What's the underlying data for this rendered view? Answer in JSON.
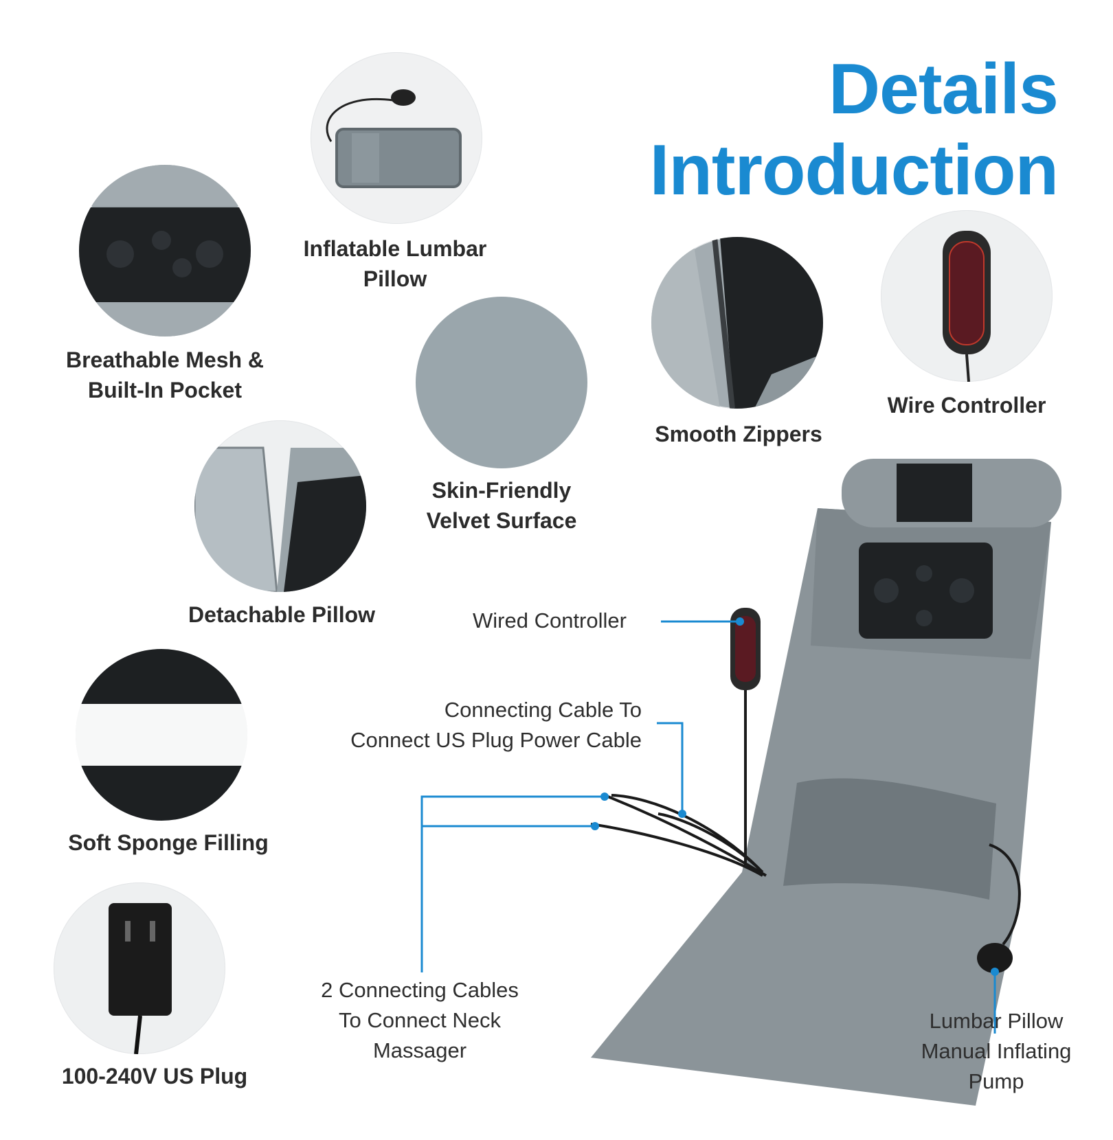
{
  "accent_color": "#1a8ad1",
  "title": {
    "line1": "Details",
    "line2": "Introduction"
  },
  "features": {
    "inflatable_lumbar_pillow": {
      "line1": "Inflatable Lumbar",
      "line2": "Pillow"
    },
    "breathable_mesh": {
      "line1": "Breathable Mesh &",
      "line2": "Built-In Pocket"
    },
    "velvet_surface": {
      "line1": "Skin-Friendly",
      "line2": "Velvet Surface"
    },
    "smooth_zippers": {
      "line1": "Smooth Zippers"
    },
    "wire_controller": {
      "line1": "Wire Controller"
    },
    "detachable_pillow": {
      "line1": "Detachable Pillow"
    },
    "soft_sponge": {
      "line1": "Soft Sponge Filling"
    },
    "us_plug": {
      "line1": "100-240V US Plug"
    }
  },
  "callouts": {
    "wired_controller": "Wired Controller",
    "power_cable": {
      "line1": "Connecting Cable To",
      "line2": "Connect US Plug Power Cable"
    },
    "neck_cables": {
      "line1": "2 Connecting Cables",
      "line2": "To Connect Neck",
      "line3": "Massager"
    },
    "lumbar_pump": {
      "line1": "Lumbar Pillow",
      "line2": "Manual Inflating",
      "line3": "Pump"
    }
  }
}
